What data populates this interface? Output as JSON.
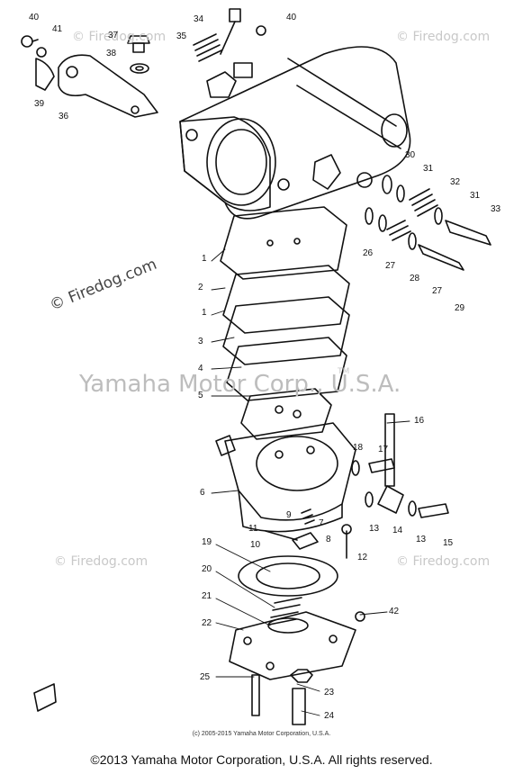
{
  "callouts": [
    "40",
    "41",
    "37",
    "38",
    "39",
    "36",
    "34",
    "35",
    "40",
    "1",
    "2",
    "1",
    "3",
    "4",
    "5",
    "6",
    "30",
    "31",
    "32",
    "31",
    "33",
    "26",
    "27",
    "28",
    "27",
    "29",
    "16",
    "17",
    "18",
    "13",
    "14",
    "13",
    "15",
    "9",
    "7",
    "11",
    "10",
    "8",
    "12",
    "19",
    "20",
    "21",
    "22",
    "42",
    "25",
    "23",
    "24"
  ],
  "watermarks": {
    "firedog": "© Firedog.com",
    "yamaha": "Yamaha Motor Corp., U.S.A.",
    "tm": "TM"
  },
  "credit": "(c) 2005-2015 Yamaha Motor Corporation, U.S.A.",
  "copyright": "©2013 Yamaha Motor Corporation, U.S.A. All rights reserved."
}
